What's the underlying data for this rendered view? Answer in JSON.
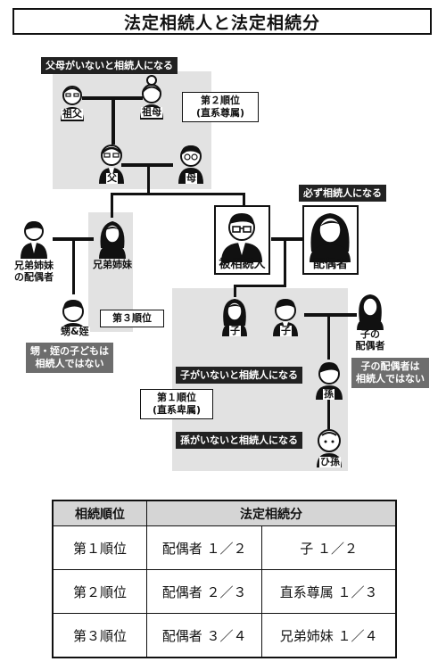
{
  "title": "法定相続人と法定相続分",
  "tags": {
    "parents_none": "父母がいないと相続人になる",
    "always": "必ず相続人になる",
    "no_child": "子がいないと相続人になる",
    "no_grandchild": "孫がいないと相続人になる"
  },
  "rank_labels": {
    "second_line1": "第２順位",
    "second_line2": "(直系尊属)",
    "third": "第３順位",
    "first_line1": "第１順位",
    "first_line2": "(直系卑属)"
  },
  "notes": {
    "nephew_children_line1": "甥・姪の子どもは",
    "nephew_children_line2": "相続人ではない",
    "child_spouse_line1": "子の配偶者は",
    "child_spouse_line2": "相続人ではない"
  },
  "people": {
    "grandfather": "祖父",
    "grandmother": "祖母",
    "father": "父",
    "mother": "母",
    "sibling_spouse_line1": "兄弟姉妹",
    "sibling_spouse_line2": "の配偶者",
    "sibling": "兄弟姉妹",
    "nephew_niece": "甥&姪",
    "decedent": "被相続人",
    "spouse": "配偶者",
    "child1": "子",
    "child2": "子",
    "child_spouse_line1": "子の",
    "child_spouse_line2": "配偶者",
    "grandchild": "孫",
    "great_grandchild": "ひ孫"
  },
  "table": {
    "headers": [
      "相続順位",
      "法定相続分"
    ],
    "rows": [
      {
        "rank": "第１順位",
        "spouse_share": "配偶者 １／２",
        "other_share": "子 １／２"
      },
      {
        "rank": "第２順位",
        "spouse_share": "配偶者 ２／３",
        "other_share": "直系尊属 １／３"
      },
      {
        "rank": "第３順位",
        "spouse_share": "配偶者 ３／４",
        "other_share": "兄弟姉妹 １／４"
      }
    ]
  },
  "colors": {
    "dark": "#111111",
    "gray_bg": "#e2e2e2",
    "note_bg": "#6d6d6d",
    "table_header_bg": "#d5d5d5"
  }
}
